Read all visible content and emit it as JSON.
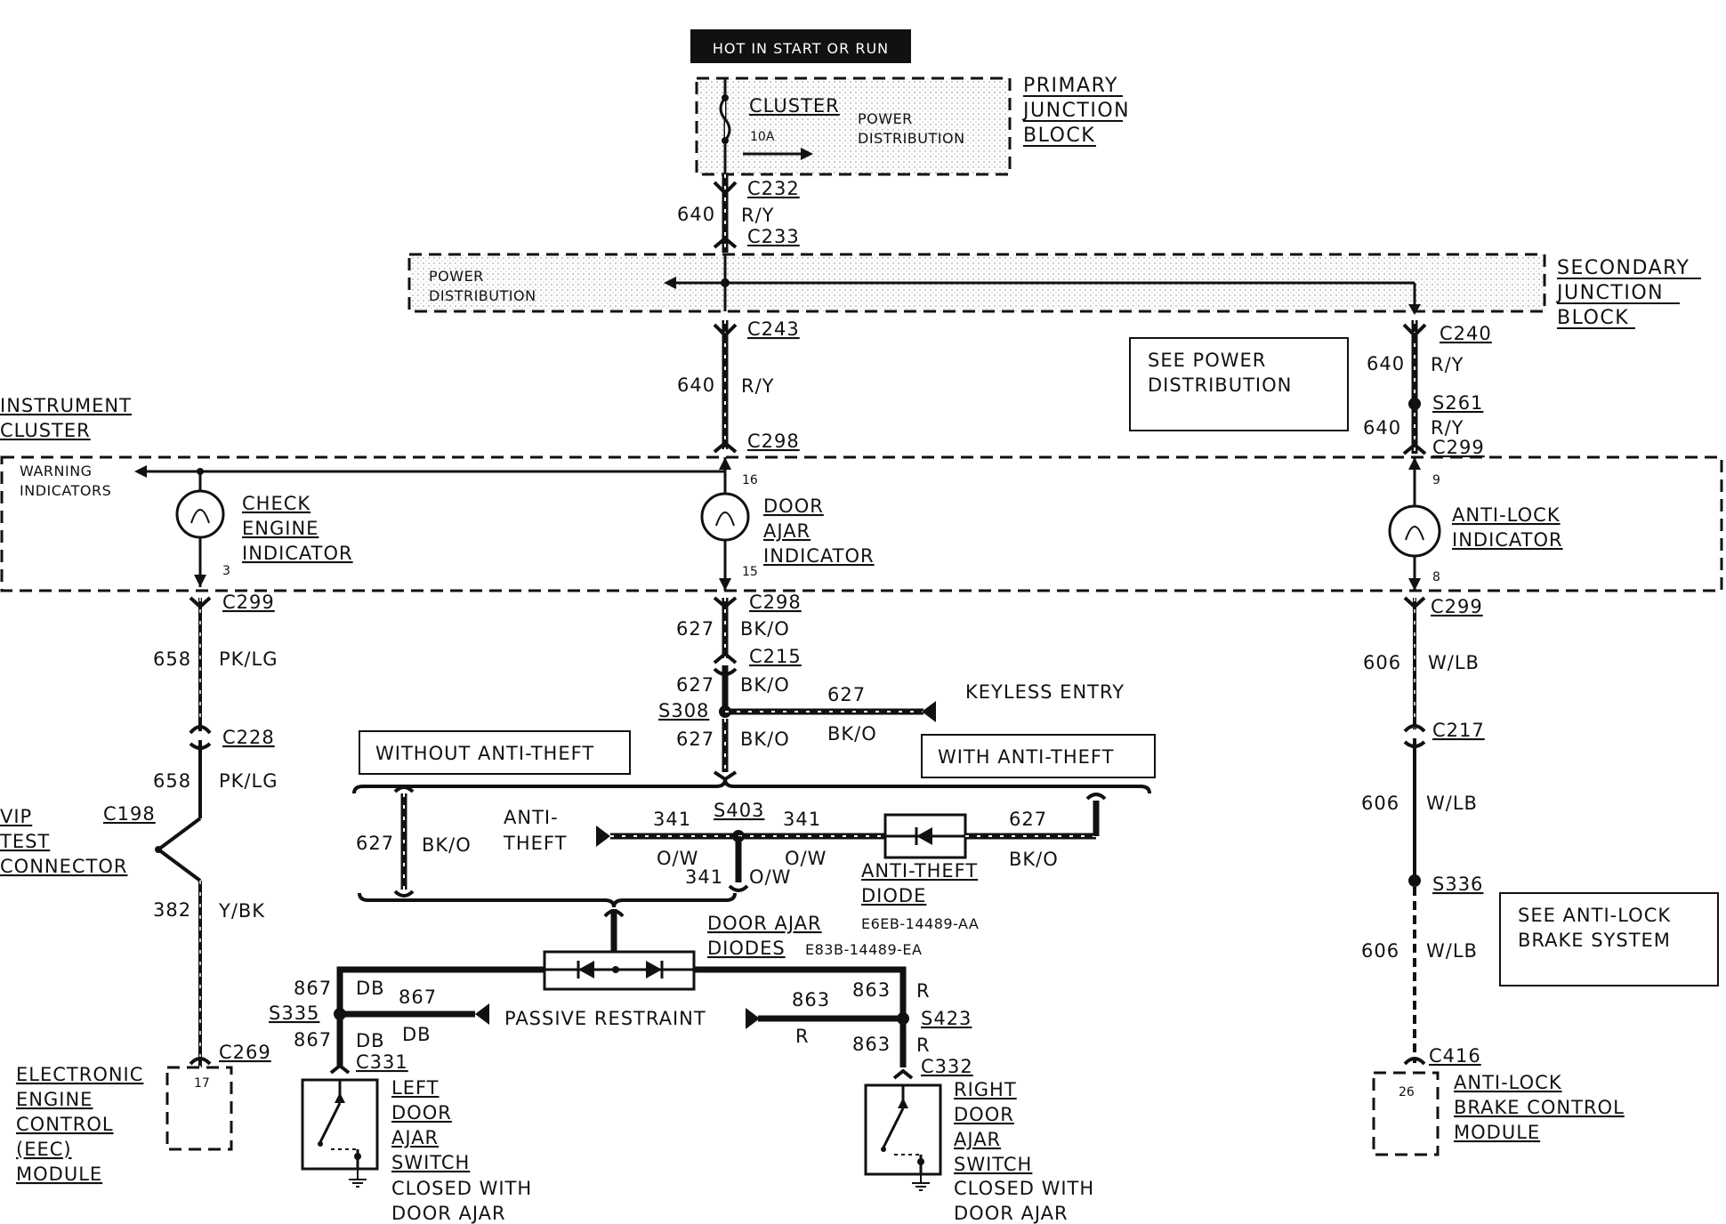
{
  "header": {
    "hot_label": "HOT IN START OR RUN"
  },
  "primary_jb": {
    "title_lines": [
      "PRIMARY",
      "JUNCTION",
      "BLOCK"
    ],
    "fuse_name": "CLUSTER",
    "fuse_rating": "10A",
    "power_lines": [
      "POWER",
      "DISTRIBUTION"
    ]
  },
  "secondary_jb": {
    "title_lines": [
      "SECONDARY",
      "JUNCTION",
      "BLOCK"
    ],
    "power_lines": [
      "POWER",
      "DISTRIBUTION"
    ]
  },
  "see_power": [
    "SEE POWER",
    "DISTRIBUTION"
  ],
  "see_antilock": [
    "SEE ANTI-LOCK",
    "BRAKE SYSTEM"
  ],
  "cluster": {
    "title_lines": [
      "INSTRUMENT",
      "CLUSTER"
    ],
    "warning_lines": [
      "WARNING",
      "INDICATORS"
    ],
    "check_engine_lines": [
      "CHECK",
      "ENGINE",
      "INDICATOR"
    ],
    "door_ajar_lines": [
      "DOOR",
      "AJAR",
      "INDICATOR"
    ],
    "antilock_lines": [
      "ANTI-LOCK",
      "INDICATOR"
    ],
    "pins": {
      "ce_out": "3",
      "da_in": "16",
      "da_out": "15",
      "al_in": "9",
      "al_out": "8"
    }
  },
  "connectors": {
    "c232": "C232",
    "c233": "C233",
    "c243": "C243",
    "c298a": "C298",
    "c240": "C240",
    "s261": "S261",
    "c299a": "C299",
    "c299b": "C299",
    "c298b": "C298",
    "c299c": "C299",
    "c215": "C215",
    "s308": "S308",
    "c228": "C228",
    "c198": "C198",
    "c217": "C217",
    "s403": "S403",
    "s336": "S336",
    "c269": "C269",
    "s335": "S335",
    "s423": "S423",
    "c331": "C331",
    "c332": "C332",
    "c416": "C416"
  },
  "wires": {
    "w640": "640",
    "ry": "R/Y",
    "w627": "627",
    "bko": "BK/O",
    "w658": "658",
    "pklg": "PK/LG",
    "w606": "606",
    "wlb": "W/LB",
    "w382": "382",
    "ybk": "Y/BK",
    "w341": "341",
    "ow": "O/W",
    "w867": "867",
    "db": "DB",
    "w863": "863",
    "r": "R"
  },
  "options": {
    "without": "WITHOUT ANTI-THEFT",
    "with": "WITH ANTI-THEFT"
  },
  "keyless": "KEYLESS ENTRY",
  "antitheft_lines": [
    "ANTI-",
    "THEFT"
  ],
  "antitheft_diode": {
    "lines": [
      "ANTI-THEFT",
      "DIODE"
    ],
    "part": "E6EB-14489-AA"
  },
  "door_ajar_diodes": {
    "lines": [
      "DOOR AJAR",
      "DIODES"
    ],
    "part": "E83B-14489-EA"
  },
  "passive_restraint": "PASSIVE RESTRAINT",
  "vip_lines": [
    "VIP",
    "TEST",
    "CONNECTOR"
  ],
  "eec_lines": [
    "ELECTRONIC",
    "ENGINE",
    "CONTROL",
    "(EEC)",
    "MODULE"
  ],
  "eec_pin": "17",
  "abs_module_lines": [
    "ANTI-LOCK",
    "BRAKE CONTROL",
    "MODULE"
  ],
  "abs_pin": "26",
  "left_switch_lines": [
    "LEFT",
    "DOOR",
    "AJAR",
    "SWITCH"
  ],
  "right_switch_lines": [
    "RIGHT",
    "DOOR",
    "AJAR",
    "SWITCH"
  ],
  "switch_note": [
    "CLOSED WITH",
    "DOOR AJAR"
  ]
}
